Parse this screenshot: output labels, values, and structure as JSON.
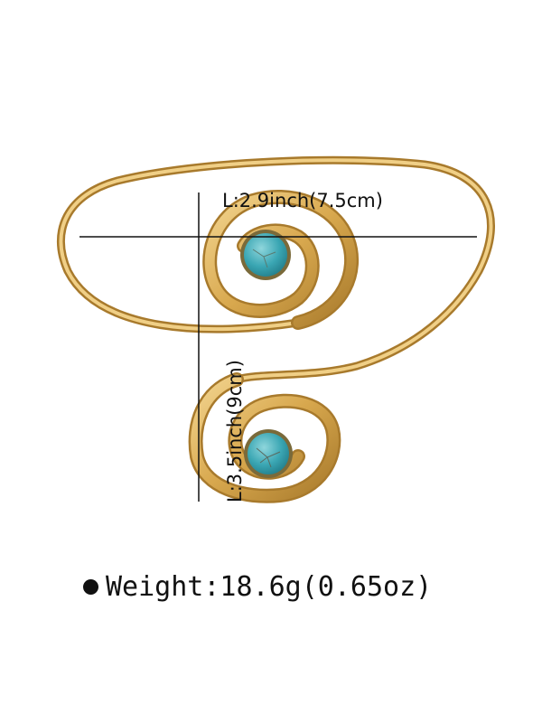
{
  "product": {
    "width_label": "L:2.9inch(7.5cm)",
    "height_label": "L:3.5inch(9cm)",
    "weight_label": "Weight:18.6g(0.65oz)"
  },
  "colors": {
    "gold": "#d8a84e",
    "gold_light": "#f3d590",
    "gold_dark": "#a87a2c",
    "turquoise": "#3aa6b3",
    "turquoise_light": "#8fd6dc"
  }
}
